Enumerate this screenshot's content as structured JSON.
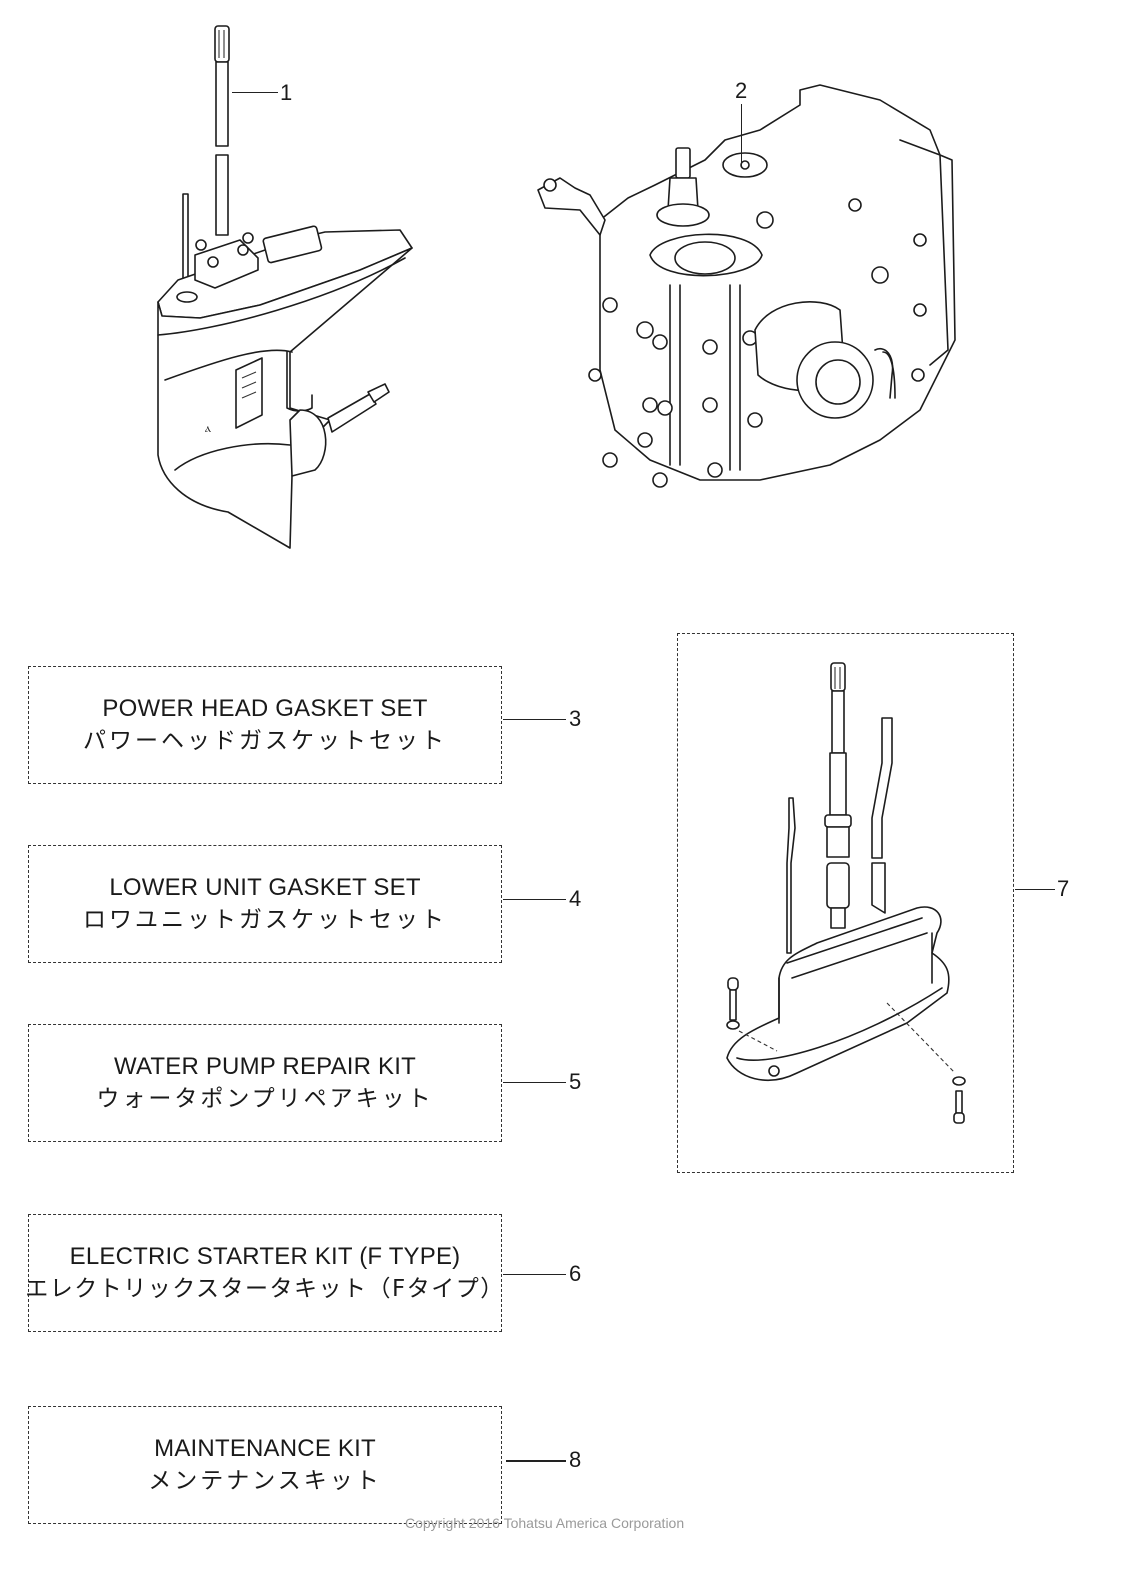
{
  "diagram": {
    "type": "exploded parts diagram",
    "parts": [
      {
        "ref": "1",
        "name": "drive-shaft-lower-unit-illustration"
      },
      {
        "ref": "2",
        "name": "power-head-illustration"
      },
      {
        "ref": "3",
        "label_en": "POWER HEAD GASKET SET",
        "label_jp": "パワーヘッドガスケットセット"
      },
      {
        "ref": "4",
        "label_en": "LOWER UNIT GASKET SET",
        "label_jp": "ロワユニットガスケットセット"
      },
      {
        "ref": "5",
        "label_en": "WATER PUMP REPAIR KIT",
        "label_jp": "ウォータポンプリペアキット"
      },
      {
        "ref": "6",
        "label_en": "ELECTRIC STARTER KIT (F TYPE)",
        "label_jp": "エレクトリックスタータキット（Fタイプ）"
      },
      {
        "ref": "7",
        "name": "drive-shaft-housing-kit-illustration"
      },
      {
        "ref": "8",
        "label_en": "MAINTENANCE KIT",
        "label_jp": "メンテナンスキット"
      }
    ],
    "copyright": "Copyright 2016 Tohatsu America Corporation"
  }
}
